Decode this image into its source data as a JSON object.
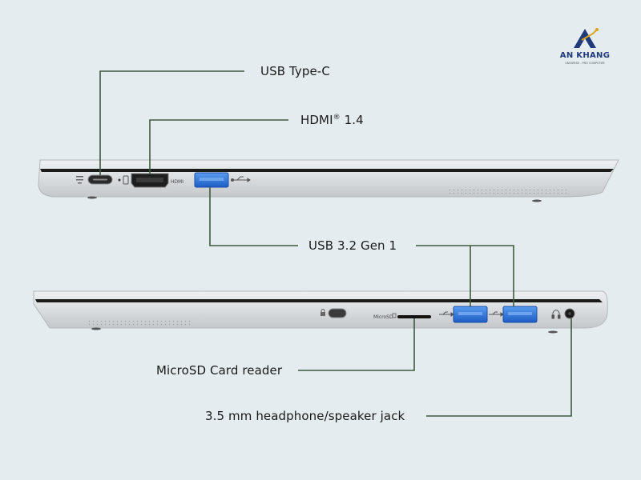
{
  "logo": {
    "brand": "AN KHANG",
    "tagline": "UNIVERSE - PRO COMPUTER"
  },
  "callouts": {
    "usb_type_c": "USB Type-C",
    "hdmi": "HDMI",
    "hdmi_mark": "®",
    "hdmi_version": " 1.4",
    "usb_32": "USB 3.2 Gen 1",
    "microsd": "MicroSD Card reader",
    "audio_jack": "3.5 mm headphone/speaker jack"
  },
  "port_markings": {
    "hdmi": "HDMI",
    "microsd": "MicroSD"
  },
  "colors": {
    "background": "#e4ecef",
    "leader_line": "#3e5a3e",
    "laptop_body": "#d8dcdf",
    "usb_port_blue": "#2f6fd6"
  }
}
